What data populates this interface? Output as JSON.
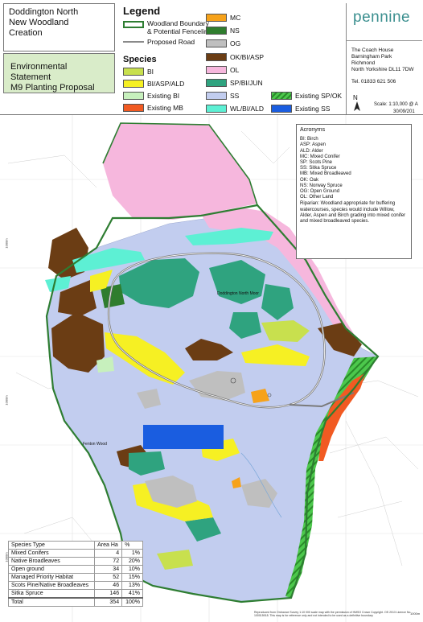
{
  "title": {
    "line1": "Doddington North",
    "line2": "New Woodland",
    "line3": "Creation"
  },
  "statement": {
    "line1": "Environmental Statement",
    "line2": "M9 Planting Proposal"
  },
  "legend": {
    "title": "Legend",
    "boundary_line1": "Woodland Boundary",
    "boundary_line2": "& Potential Fenceline",
    "road": "Proposed Road",
    "species_title": "Species",
    "items": [
      {
        "code": "BI",
        "color": "#c8e04e"
      },
      {
        "code": "BI/ASP/ALD",
        "color": "#f6f023"
      },
      {
        "code": "Existing BI",
        "color": "#c7f0bd"
      },
      {
        "code": "Existing MB",
        "color": "#f15a22"
      },
      {
        "code": "MC",
        "color": "#f6a21a"
      },
      {
        "code": "NS",
        "color": "#2f7d2e"
      },
      {
        "code": "OG",
        "color": "#bfbfbf"
      },
      {
        "code": "OK/BI/ASP",
        "color": "#6b3d14"
      },
      {
        "code": "OL",
        "color": "#f6b7dd"
      },
      {
        "code": "SP/BI/JUN",
        "color": "#2fa37f"
      },
      {
        "code": "SS",
        "color": "#c2cdef"
      },
      {
        "code": "WL/BI/ALD",
        "color": "#5df0d4"
      },
      {
        "code": "Existing SP/OK",
        "color": "#4cc84c"
      },
      {
        "code": "Existing SS",
        "color": "#1a5de0"
      }
    ]
  },
  "company": {
    "name": "pennine",
    "address_line1": "The Coach House",
    "address_line2": "Barningham Park",
    "address_line3": "Richmond",
    "address_line4": "North Yorkshire DL11 7DW",
    "tel": "Tel. 01833 621 506",
    "north": "N",
    "scale": "Scale: 1:10,000 @ A",
    "date": "30/09/201"
  },
  "acronyms": {
    "title": "Acronyms",
    "items": [
      "BI: Birch",
      "ASP: Aspen",
      "ALD: Alder",
      "MC: Mixed Conifer",
      "SP: Scots Pine",
      "SS: Sitka Spruce",
      "MB: Mixed Broadleaved",
      "OK: Oak",
      "NS: Norway Spruce",
      "OG: Open Ground",
      "OL: Other Land"
    ],
    "riparian": "Riparian: Woodland appropriate for buffering watercourses, species would include Willow, Alder, Aspen and Birch grading into mixed conifer and mixed broadleaved species."
  },
  "map_labels": {
    "doddington_north_moor": "Doddington North Moor",
    "fenton_wood": "Fenton Wood"
  },
  "species_table": {
    "headers": [
      "Species Type",
      "Area Ha",
      "%"
    ],
    "rows": [
      [
        "Mixed Conifers",
        "4",
        "1%"
      ],
      [
        "Native Broadleaves",
        "72",
        "20%"
      ],
      [
        "Open ground",
        "34",
        "10%"
      ],
      [
        "Managed Priority Habitat",
        "52",
        "15%"
      ],
      [
        "Scots Pine/Native Broadleaves",
        "46",
        "13%"
      ],
      [
        "Sitka Spruce",
        "146",
        "41%"
      ]
    ],
    "total": [
      "Total",
      "354",
      "100%"
    ]
  },
  "side_marks": {
    "a": "1000m",
    "b": "1000m",
    "c": "1000m",
    "d": "1000m"
  },
  "copyright": "Reproduced from Ordnance Survey 1:10 000 scale map with the permission of HMSO Crown Copyright. OS 2013 Licence No. 100015918. This map is for reference only and not intended to be used as a definitive boundary"
}
